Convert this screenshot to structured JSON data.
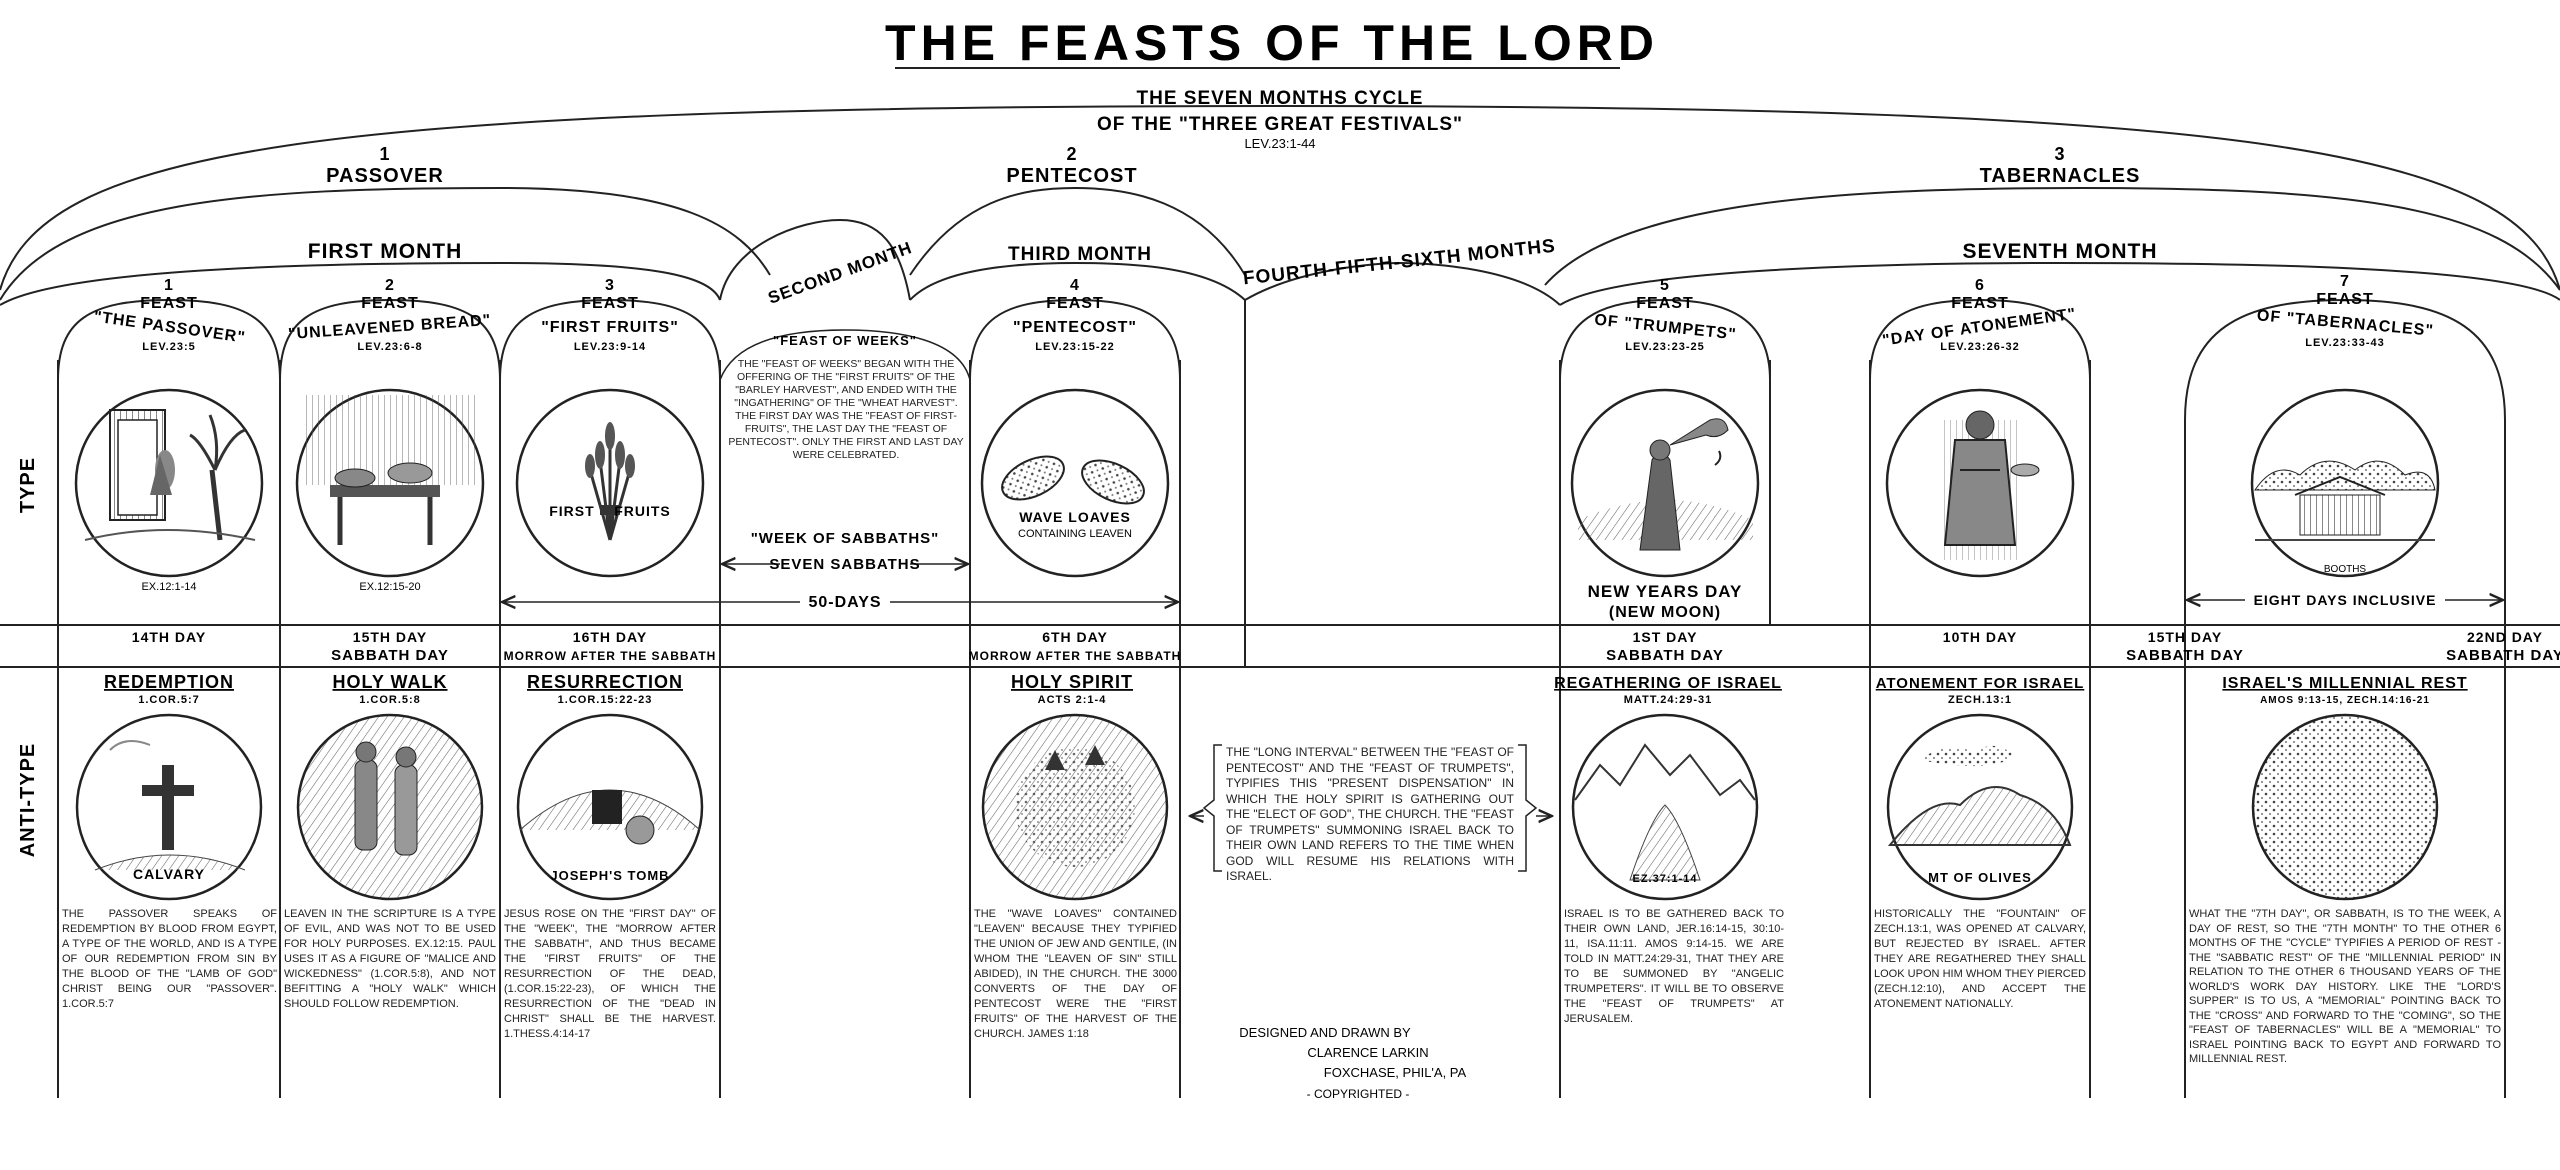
{
  "title": "THE FEASTS OF THE LORD",
  "subtitle_1": "THE SEVEN MONTHS CYCLE",
  "subtitle_2": "OF THE \"THREE GREAT FESTIVALS\"",
  "subtitle_ref": "LEV.23:1-44",
  "row_labels": {
    "type": "TYPE",
    "antitype": "ANTI-TYPE"
  },
  "festivals": [
    {
      "num": "1",
      "name": "PASSOVER"
    },
    {
      "num": "2",
      "name": "PENTECOST"
    },
    {
      "num": "3",
      "name": "TABERNACLES"
    }
  ],
  "months": {
    "first": "FIRST MONTH",
    "second": "SECOND MONTH",
    "third": "THIRD MONTH",
    "middle": "FOURTH-FIFTH-SIXTH MONTHS",
    "seventh": "SEVENTH MONTH"
  },
  "feasts": [
    {
      "num": "1",
      "word": "FEAST",
      "name": "\"THE PASSOVER\"",
      "ref": "LEV.23:5",
      "caption": "",
      "under": "EX.12:1-14",
      "day": "14TH DAY",
      "day_note": "",
      "anti_title": "REDEMPTION",
      "anti_ref": "1.COR.5:7",
      "anti_caption": "CALVARY",
      "anti_text": "THE PASSOVER SPEAKS OF REDEMPTION BY BLOOD FROM EGYPT, A TYPE OF THE WORLD, AND IS A TYPE OF OUR REDEMPTION FROM SIN BY THE BLOOD OF THE \"LAMB OF GOD\" CHRIST BEING OUR \"PASSOVER\". 1.COR.5:7"
    },
    {
      "num": "2",
      "word": "FEAST",
      "name": "\"UNLEAVENED BREAD\"",
      "ref": "LEV.23:6-8",
      "caption": "",
      "under": "EX.12:15-20",
      "day": "15TH DAY",
      "day_note": "SABBATH DAY",
      "anti_title": "HOLY WALK",
      "anti_ref": "1.COR.5:8",
      "anti_caption": "",
      "anti_text": "LEAVEN IN THE SCRIPTURE IS A TYPE OF EVIL, AND WAS NOT TO BE USED FOR HOLY PURPOSES. EX.12:15. PAUL USES IT AS A FIGURE OF \"MALICE AND WICKEDNESS\" (1.COR.5:8), AND NOT BEFITTING A \"HOLY WALK\" WHICH SHOULD FOLLOW REDEMPTION."
    },
    {
      "num": "3",
      "word": "FEAST",
      "name": "\"FIRST FRUITS\"",
      "ref": "LEV.23:9-14",
      "caption": "FIRST    FRUITS",
      "under": "",
      "day": "16TH DAY",
      "day_note": "MORROW AFTER THE SABBATH",
      "anti_title": "RESURRECTION",
      "anti_ref": "1.COR.15:22-23",
      "anti_caption": "JOSEPH'S TOMB",
      "anti_text": "JESUS ROSE ON THE \"FIRST DAY\" OF THE \"WEEK\", THE \"MORROW AFTER THE SABBATH\", AND THUS BECAME THE \"FIRST FRUITS\" OF THE RESURRECTION OF THE DEAD, (1.COR.15:22-23), OF WHICH THE RESURRECTION OF THE \"DEAD IN CHRIST\" SHALL BE THE HARVEST. 1.THESS.4:14-17"
    },
    {
      "num": "4",
      "word": "FEAST",
      "name": "\"PENTECOST\"",
      "ref": "LEV.23:15-22",
      "caption": "WAVE LOAVES",
      "caption2": "CONTAINING LEAVEN",
      "under": "",
      "day": "6TH DAY",
      "day_note": "MORROW AFTER THE SABBATH",
      "anti_title": "HOLY SPIRIT",
      "anti_ref": "ACTS 2:1-4",
      "anti_caption": "",
      "anti_text": "THE \"WAVE LOAVES\" CONTAINED \"LEAVEN\" BECAUSE THEY TYPIFIED THE UNION OF JEW AND GENTILE, (IN WHOM THE \"LEAVEN OF SIN\" STILL ABIDED), IN THE CHURCH. THE 3000 CONVERTS OF THE DAY OF PENTECOST WERE THE \"FIRST FRUITS\" OF THE HARVEST OF THE CHURCH. JAMES 1:18"
    },
    {
      "num": "5",
      "word": "FEAST",
      "name": "OF \"TRUMPETS\"",
      "ref": "LEV.23:23-25",
      "caption": "NEW YEARS DAY",
      "caption2": "(NEW MOON)",
      "under": "",
      "day": "1ST DAY",
      "day_note": "SABBATH DAY",
      "anti_title": "REGATHERING OF ISRAEL",
      "anti_ref": "MATT.24:29-31",
      "anti_caption": "EZ.37:1-14",
      "anti_text": "ISRAEL IS TO BE GATHERED BACK TO THEIR OWN LAND, JER.16:14-15, 30:10-11, ISA.11:11. AMOS 9:14-15. WE ARE TOLD IN MATT.24:29-31, THAT THEY ARE TO BE SUMMONED BY \"ANGELIC TRUMPETERS\". IT WILL BE TO OBSERVE THE \"FEAST OF TRUMPETS\" AT JERUSALEM."
    },
    {
      "num": "6",
      "word": "FEAST",
      "name": "\"DAY OF ATONEMENT\"",
      "ref": "LEV.23:26-32",
      "caption": "",
      "under": "",
      "day": "10TH DAY",
      "day_note": "",
      "anti_title": "ATONEMENT FOR ISRAEL",
      "anti_ref": "ZECH.13:1",
      "anti_caption": "MT OF OLIVES",
      "anti_text": "HISTORICALLY THE \"FOUNTAIN\" OF ZECH.13:1, WAS OPENED AT CALVARY, BUT REJECTED BY ISRAEL. AFTER THEY ARE REGATHERED THEY SHALL LOOK UPON HIM WHOM THEY PIERCED (ZECH.12:10), AND ACCEPT THE ATONEMENT NATIONALLY."
    },
    {
      "num": "7",
      "word": "FEAST",
      "name": "OF \"TABERNACLES\"",
      "ref": "LEV.23:33-43",
      "caption": "BOOTHS",
      "under": "",
      "day": "15TH DAY",
      "day_note": "SABBATH DAY",
      "day_end": "22ND DAY",
      "day_end_note": "SABBATH DAY",
      "anti_title": "ISRAEL'S MILLENNIAL REST",
      "anti_ref": "AMOS 9:13-15, ZECH.14:16-21",
      "anti_caption": "",
      "anti_text": "WHAT THE \"7TH DAY\", OR SABBATH, IS TO THE WEEK, A DAY OF REST, SO THE \"7TH MONTH\" TO THE OTHER 6 MONTHS OF THE \"CYCLE\" TYPIFIES A PERIOD OF REST - THE \"SABBATIC REST\" OF THE \"MILLENNIAL PERIOD\" IN RELATION TO THE OTHER 6 THOUSAND YEARS OF THE WORLD'S WORK DAY HISTORY. LIKE THE \"LORD'S SUPPER\" IS TO US, A \"MEMORIAL\" POINTING BACK TO THE \"CROSS\" AND FORWARD TO THE \"COMING\", SO THE \"FEAST OF TABERNACLES\" WILL BE A \"MEMORIAL\" TO ISRAEL POINTING BACK TO EGYPT AND FORWARD TO MILLENNIAL REST."
    }
  ],
  "weeks": {
    "heading": "\"FEAST OF WEEKS\"",
    "text": "THE \"FEAST OF WEEKS\" BEGAN WITH THE OFFERING OF THE \"FIRST FRUITS\" OF THE \"BARLEY HARVEST\", AND ENDED WITH THE \"INGATHERING\" OF THE \"WHEAT HARVEST\". THE FIRST DAY WAS THE \"FEAST OF FIRST-FRUITS\", THE LAST DAY THE \"FEAST OF PENTECOST\". ONLY THE FIRST AND LAST DAY WERE CELEBRATED.",
    "sabbaths_title": "\"WEEK OF SABBATHS\"",
    "sabbaths": "SEVEN SABBATHS",
    "days": "50-DAYS"
  },
  "eight_days": "EIGHT DAYS INCLUSIVE",
  "interval_text": "THE \"LONG INTERVAL\" BETWEEN THE \"FEAST OF PENTECOST\" AND THE \"FEAST OF TRUMPETS\", TYPIFIES THIS \"PRESENT DISPENSATION\" IN WHICH THE HOLY SPIRIT IS GATHERING OUT THE \"ELECT OF GOD\", THE CHURCH. THE \"FEAST OF TRUMPETS\" SUMMONING ISRAEL BACK TO THEIR OWN LAND REFERS TO THE TIME WHEN GOD WILL RESUME HIS RELATIONS WITH ISRAEL.",
  "credit": {
    "line1": "DESIGNED AND DRAWN BY",
    "line2": "CLARENCE LARKIN",
    "line3": "FOXCHASE, PHIL'A, PA",
    "line4": "- COPYRIGHTED -"
  }
}
